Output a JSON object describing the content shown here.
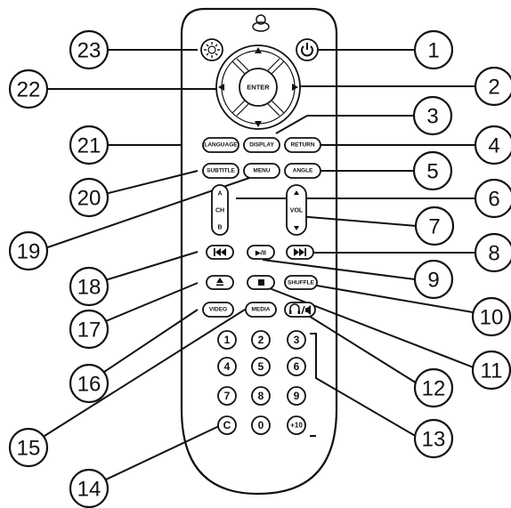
{
  "buttons": {
    "enter": "ENTER",
    "display": "DISPLAY",
    "return": "RETURN",
    "language": "LANGUAGE",
    "subtitle": "SUBTITLE",
    "menu": "MENU",
    "angle": "ANGLE",
    "ch_a": "A",
    "ch": "CH",
    "ch_b": "B",
    "vol": "VOL",
    "play_pause": "▶/II",
    "shuffle": "SHUFFLE",
    "video": "VIDEO",
    "media": "MEDIA",
    "n1": "1",
    "n2": "2",
    "n3": "3",
    "n4": "4",
    "n5": "5",
    "n6": "6",
    "n7": "7",
    "n8": "8",
    "n9": "9",
    "clear": "C",
    "n0": "0",
    "plus10": "+10"
  },
  "icons": {
    "power": "power-icon",
    "setup": "setup-icon",
    "prev": "previous-track-icon",
    "next": "next-track-icon",
    "eject": "eject-icon",
    "stop": "stop-icon",
    "audio": "headphone-audio-icon"
  },
  "callouts": [
    "1",
    "2",
    "3",
    "4",
    "5",
    "6",
    "7",
    "8",
    "9",
    "10",
    "11",
    "12",
    "13",
    "14",
    "15",
    "16",
    "17",
    "18",
    "19",
    "20",
    "21",
    "22",
    "23"
  ]
}
